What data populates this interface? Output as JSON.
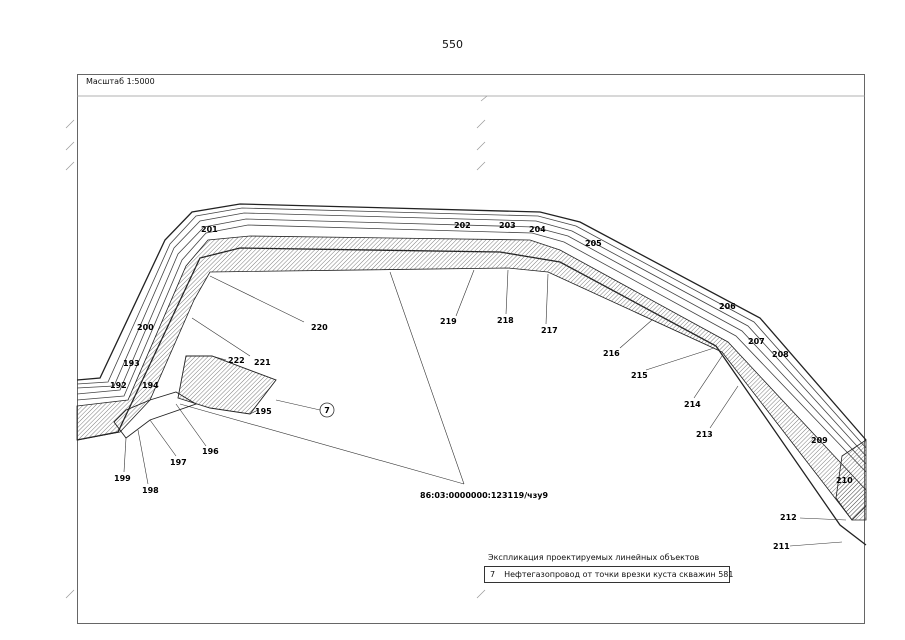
{
  "page": {
    "number": "550"
  },
  "map": {
    "scale_label": "Масштаб 1:5000",
    "parcel_label": "86:03:0000000:123119/чзу9",
    "object_marker": "7",
    "points": {
      "p192": "192",
      "p193": "193",
      "p194": "194",
      "p195": "195",
      "p196": "196",
      "p197": "197",
      "p198": "198",
      "p199": "199",
      "p200": "200",
      "p201": "201",
      "p202": "202",
      "p203": "203",
      "p204": "204",
      "p205": "205",
      "p206": "206",
      "p207": "207",
      "p208": "208",
      "p209": "209",
      "p210": "210",
      "p211": "211",
      "p212": "212",
      "p213": "213",
      "p214": "214",
      "p215": "215",
      "p216": "216",
      "p217": "217",
      "p218": "218",
      "p219": "219",
      "p220": "220",
      "p221": "221",
      "p222": "222"
    }
  },
  "legend": {
    "title": "Экспликация проектируемых линейных объектов",
    "item_number": "7",
    "item_text": "Нефтегазопровод от точки врезки куста скважин 581"
  }
}
